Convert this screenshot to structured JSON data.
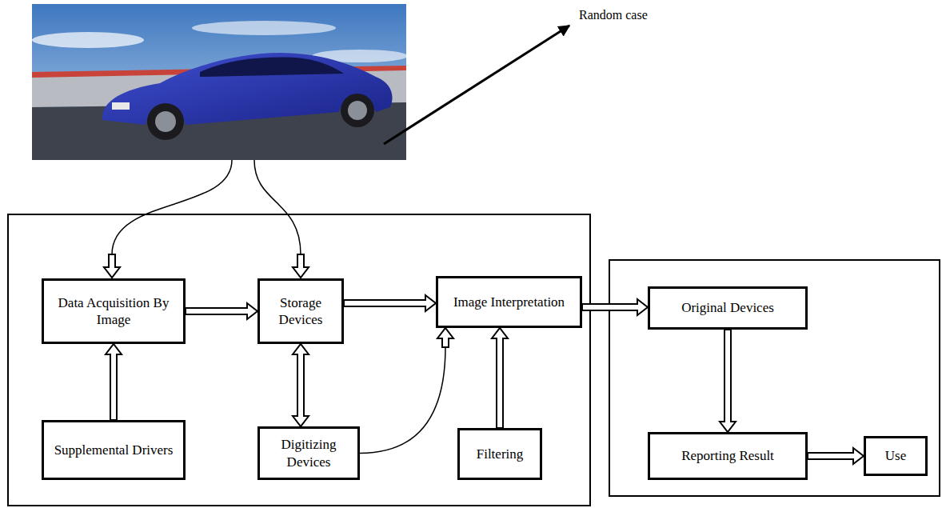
{
  "diagram": {
    "nodes": [
      {
        "text": [
          "Data Acquisition By Image"
        ]
      },
      {
        "text": [
          "Supplemental Drivers"
        ]
      },
      {
        "text": [
          "Storage Devices"
        ]
      },
      {
        "text": [
          "Digitizing Devices"
        ]
      },
      {
        "text": [
          "Image Interpretation"
        ]
      },
      {
        "text": [
          "Filtering"
        ]
      },
      {
        "text": [
          "Original Devices"
        ]
      },
      {
        "text": [
          "Reporting Result"
        ]
      },
      {
        "text": [
          "Use"
        ]
      }
    ],
    "edges": [
      {
        "from": 0,
        "to": 2,
        "arrow": "to"
      },
      {
        "from": 1,
        "to": 0,
        "arrow": "to"
      },
      {
        "from": 3,
        "to": 2,
        "arrow": "both"
      },
      {
        "from": 2,
        "to": 4,
        "arrow": "to"
      },
      {
        "from": 3,
        "to": 4,
        "arrow": "to"
      },
      {
        "from": 5,
        "to": 4,
        "arrow": "to"
      },
      {
        "from": 4,
        "to": 6,
        "arrow": "to"
      },
      {
        "from": 6,
        "to": 7,
        "arrow": "to"
      },
      {
        "from": 7,
        "to": 8,
        "arrow": "to"
      }
    ],
    "labels": [
      "Random case"
    ]
  }
}
